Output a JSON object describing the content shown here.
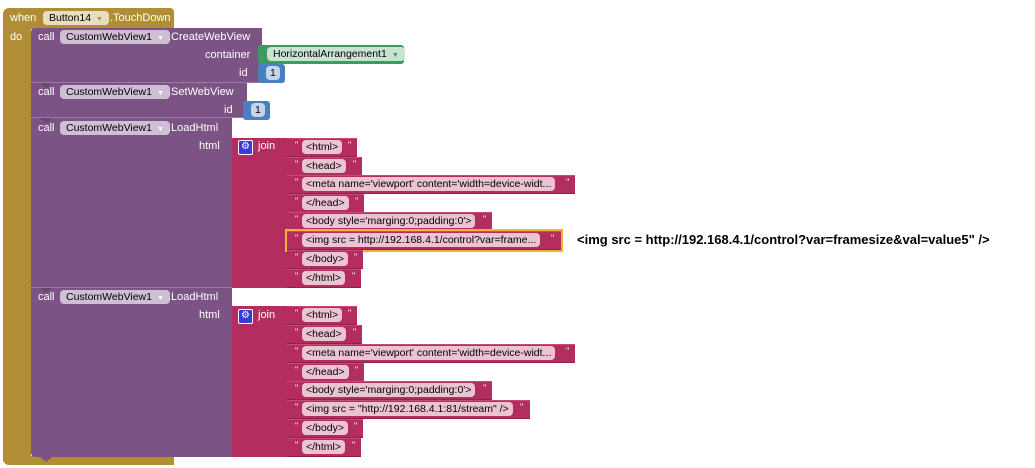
{
  "event_block": {
    "when_label": "when",
    "component": "Button14",
    "event": ".TouchDown",
    "do_label": "do",
    "color": "#b18e35"
  },
  "calls": [
    {
      "call_label": "call",
      "component": "CustomWebView1",
      "method": ".CreateWebView",
      "params": [
        {
          "name": "container",
          "value": "HorizontalArrangement1",
          "kind": "component",
          "color": "#3f9a5f"
        },
        {
          "name": "id",
          "value": "1",
          "kind": "number",
          "color": "#4a7fc0"
        }
      ]
    },
    {
      "call_label": "call",
      "component": "CustomWebView1",
      "method": ".SetWebView",
      "params": [
        {
          "name": "id",
          "value": "1",
          "kind": "number",
          "color": "#4a7fc0"
        }
      ]
    },
    {
      "call_label": "call",
      "component": "CustomWebView1",
      "method": ".LoadHtml",
      "param_name": "html",
      "join_label": "join",
      "strings": [
        "<html>",
        "<head>",
        "<meta name='viewport' content='width=device-widt...",
        "</head>",
        "<body style='marging:0;padding:0'>",
        "<img src =  http://192.168.4.1/control?var=frame...",
        "</body>",
        "</html>"
      ],
      "highlighted_index": 5
    },
    {
      "call_label": "call",
      "component": "CustomWebView1",
      "method": ".LoadHtml",
      "param_name": "html",
      "join_label": "join",
      "strings": [
        "<html>",
        "<head>",
        "<meta name='viewport' content='width=device-widt...",
        "</head>",
        "<body style='marging:0;padding:0'>",
        "<img src = \"http://192.168.4.1:81/stream\" />",
        "</body>",
        "</html>"
      ]
    }
  ],
  "annotation": "<img src =  http://192.168.4.1/control?var=framesize&val=value5\" />",
  "colors": {
    "event": "#b18e35",
    "procedure": "#7c5385",
    "text": "#b32d5e",
    "component": "#3f9a5f",
    "math": "#4a7fc0",
    "highlight": "#f3b33a"
  }
}
